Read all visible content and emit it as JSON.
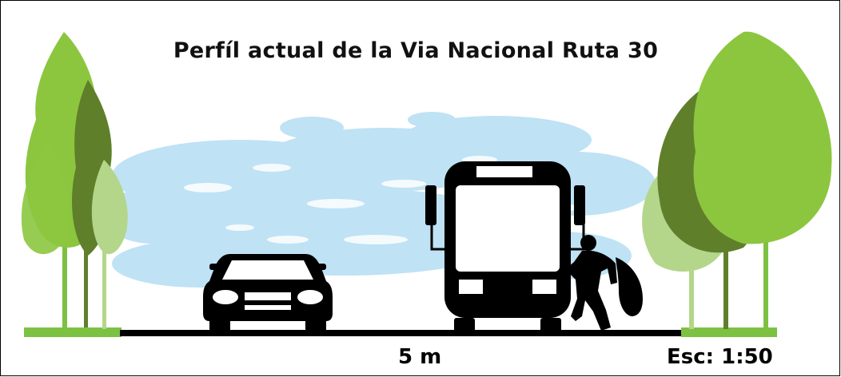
{
  "title": "Perfíl actual de la Via Nacional Ruta 30",
  "dimension_label": "5 m",
  "scale_label": "Esc: 1:50",
  "colors": {
    "sky_clouds": "#bfe2f5",
    "tree_light": "#8cc63f",
    "tree_pale": "#b3d68a",
    "tree_dark": "#5f7f2a",
    "grass": "#7dc143",
    "road": "#000000",
    "silhouette": "#000000"
  },
  "icons": [
    "tree-icon",
    "car-icon",
    "bus-icon",
    "pedestrian-icon",
    "cloud-icon"
  ]
}
